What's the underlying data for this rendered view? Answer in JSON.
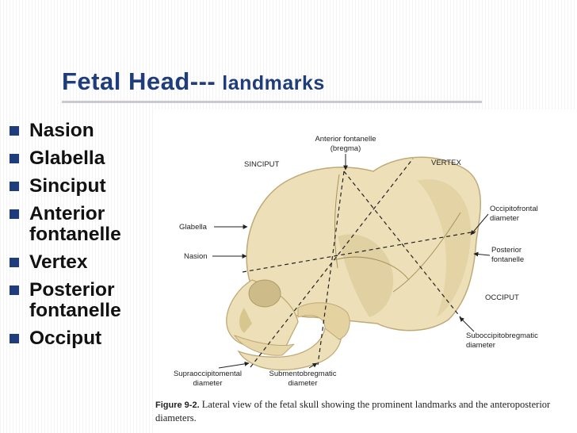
{
  "slide": {
    "title_main": "Fetal Head---",
    "title_sub": "landmarks",
    "bullets": [
      "Nasion",
      "Glabella",
      "Sinciput",
      "Anterior fontanelle",
      "Vertex",
      "Posterior fontanelle",
      "Occiput"
    ]
  },
  "figure": {
    "labels": {
      "anterior_fontanelle": "Anterior fontanelle",
      "bregma": "(bregma)",
      "sinciput": "SINCIPUT",
      "vertex": "VERTEX",
      "glabella": "Glabella",
      "nasion": "Nasion",
      "occipitofrontal_1": "Occipitofrontal",
      "occipitofrontal_2": "diameter",
      "posterior_fontanelle_1": "Posterior",
      "posterior_fontanelle_2": "fontanelle",
      "occiput": "OCCIPUT",
      "suboccipitobregmatic_1": "Suboccipitobregmatic",
      "suboccipitobregmatic_2": "diameter",
      "supraoccipitomental_1": "Supraoccipitomental",
      "supraoccipitomental_2": "diameter",
      "submentobregmatic_1": "Submentobregmatic",
      "submentobregmatic_2": "diameter"
    },
    "caption_label": "Figure 9-2.",
    "caption_text": "Lateral view of the fetal skull showing the prominent landmarks and the anteroposterior diameters."
  },
  "colors": {
    "title": "#1f3d7a",
    "bullet": "#1f3d7a",
    "bone": "#ede0b8",
    "bone_shadow": "#cdbb8a"
  }
}
